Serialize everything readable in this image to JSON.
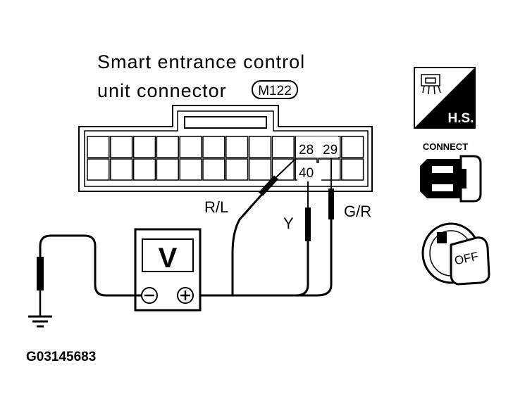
{
  "title": {
    "line1": "Smart entrance control",
    "line2": "unit connector",
    "connector_id": "M122"
  },
  "pins": {
    "pin_a": "28",
    "pin_b": "29",
    "pin_c": "40"
  },
  "wires": {
    "rl": "R/L",
    "y": "Y",
    "gr": "G/R"
  },
  "meter": {
    "symbol": "V",
    "negative": "negative-terminal-icon",
    "positive": "positive-terminal-icon"
  },
  "icons": {
    "hs_label": "H.S.",
    "hs_icon": "harness-side-icon",
    "connect_label": "CONNECT",
    "connect_icon": "connector-plug-icon",
    "off_label": "OFF",
    "key_icon": "ignition-key-off-icon",
    "ground_icon": "ground-icon"
  },
  "figure_code": "G03145683"
}
